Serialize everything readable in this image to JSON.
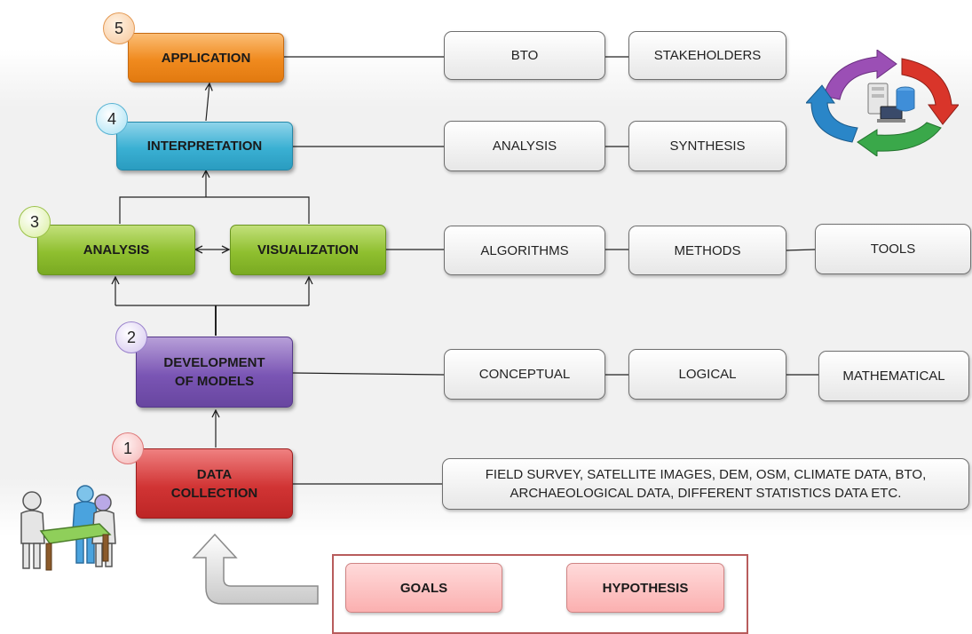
{
  "stages": [
    {
      "number": "5",
      "label": "APPLICATION"
    },
    {
      "number": "4",
      "label": "INTERPRETATION"
    },
    {
      "number": "3",
      "label": "ANALYSIS",
      "partner_label": "VISUALIZATION"
    },
    {
      "number": "2",
      "label": "DEVELOPMENT OF MODELS"
    },
    {
      "number": "1",
      "label": "DATA COLLECTION"
    }
  ],
  "details": {
    "application": [
      "BTO",
      "STAKEHOLDERS"
    ],
    "interpretation": [
      "ANALYSIS",
      "SYNTHESIS"
    ],
    "analysis": [
      "ALGORITHMS",
      "METHODS",
      "TOOLS"
    ],
    "models": [
      "CONCEPTUAL",
      "LOGICAL",
      "MATHEMATICAL"
    ],
    "data_collection": "FIELD SURVEY, SATELLITE IMAGES, DEM, OSM, CLIMATE DATA, BTO, ARCHAEOLOGICAL DATA, DIFFERENT STATISTICS DATA ETC."
  },
  "inputs": {
    "goals": "GOALS",
    "hypothesis": "HYPOTHESIS"
  },
  "icons": {
    "cycle": "cycle-arrows-icon",
    "team": "people-at-table-icon",
    "input": "curved-arrow-icon"
  },
  "colors": {
    "application": "#f08a1e",
    "interpretation": "#3ab0d3",
    "analysis": "#8fbf2f",
    "models": "#7a55b4",
    "data_collection": "#d13434",
    "goals": "#fbb0b0"
  }
}
